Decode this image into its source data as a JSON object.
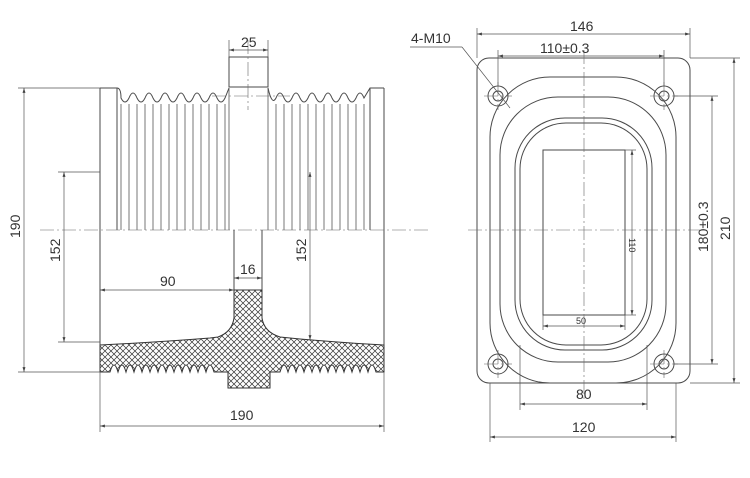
{
  "side_view": {
    "dims": {
      "top_width": "25",
      "overall_height": "190",
      "inner_height_left": "152",
      "inner_height_right": "152",
      "half_width": "90",
      "stem_width": "16",
      "base_width": "190"
    }
  },
  "top_view": {
    "dims": {
      "bolt_label": "4-M10",
      "outer_width": "146",
      "bolt_spacing_x": "110±0.3",
      "bolt_spacing_y": "180±0.3",
      "outer_height": "210",
      "window_height": "110",
      "window_width": "50",
      "opening_width": "80",
      "base_width": "120"
    }
  }
}
